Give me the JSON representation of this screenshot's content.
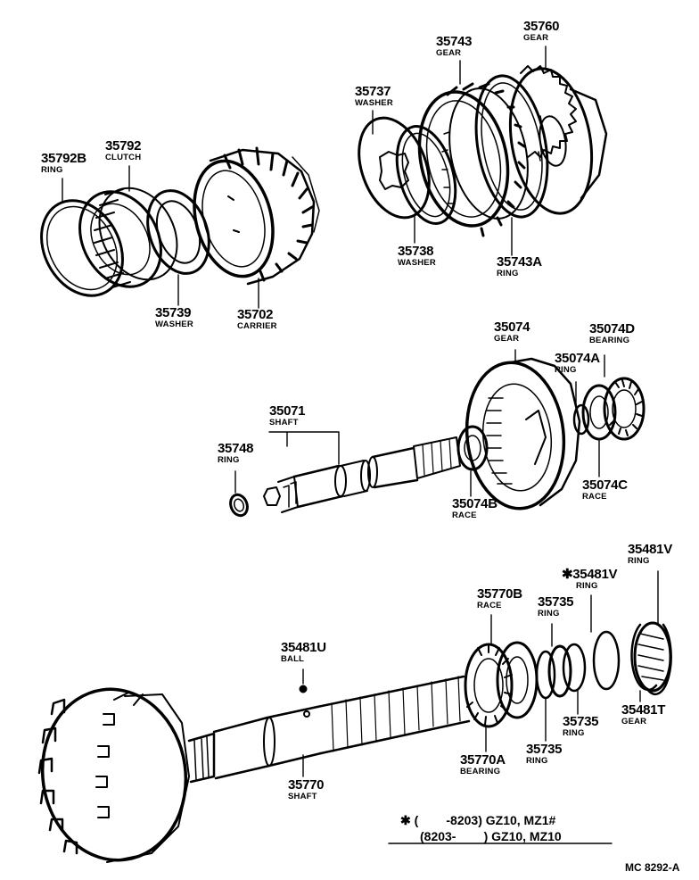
{
  "parts": {
    "p35792B": {
      "number": "35792B",
      "name": "RING"
    },
    "p35792": {
      "number": "35792",
      "name": "CLUTCH"
    },
    "p35739": {
      "number": "35739",
      "name": "WASHER"
    },
    "p35702": {
      "number": "35702",
      "name": "CARRIER"
    },
    "p35737": {
      "number": "35737",
      "name": "WASHER"
    },
    "p35743": {
      "number": "35743",
      "name": "GEAR"
    },
    "p35760": {
      "number": "35760",
      "name": "GEAR"
    },
    "p35738": {
      "number": "35738",
      "name": "WASHER"
    },
    "p35743A": {
      "number": "35743A",
      "name": "RING"
    },
    "p35074": {
      "number": "35074",
      "name": "GEAR"
    },
    "p35074D": {
      "number": "35074D",
      "name": "BEARING"
    },
    "p35074A": {
      "number": "35074A",
      "name": "RING"
    },
    "p35071": {
      "number": "35071",
      "name": "SHAFT"
    },
    "p35748": {
      "number": "35748",
      "name": "RING"
    },
    "p35074C": {
      "number": "35074C",
      "name": "RACE"
    },
    "p35074B": {
      "number": "35074B",
      "name": "RACE"
    },
    "p35481Vtop": {
      "number": "35481V",
      "name": "RING"
    },
    "p35481Vstar": {
      "number": "✱35481V",
      "name": "RING"
    },
    "p35770B": {
      "number": "35770B",
      "name": "RACE"
    },
    "p35735top": {
      "number": "35735",
      "name": "RING"
    },
    "p35481U": {
      "number": "35481U",
      "name": "BALL"
    },
    "p35481T": {
      "number": "35481T",
      "name": "GEAR"
    },
    "p35735mid": {
      "number": "35735",
      "name": "RING"
    },
    "p35735bot": {
      "number": "35735",
      "name": "RING"
    },
    "p35770A": {
      "number": "35770A",
      "name": "BEARING"
    },
    "p35770": {
      "number": "35770",
      "name": "SHAFT"
    }
  },
  "notes": {
    "line1": "✱ (        -8203) GZ10, MZ1#",
    "line2": "(8203-        ) GZ10, MZ10"
  },
  "drawing_code": "MC 8292-A"
}
